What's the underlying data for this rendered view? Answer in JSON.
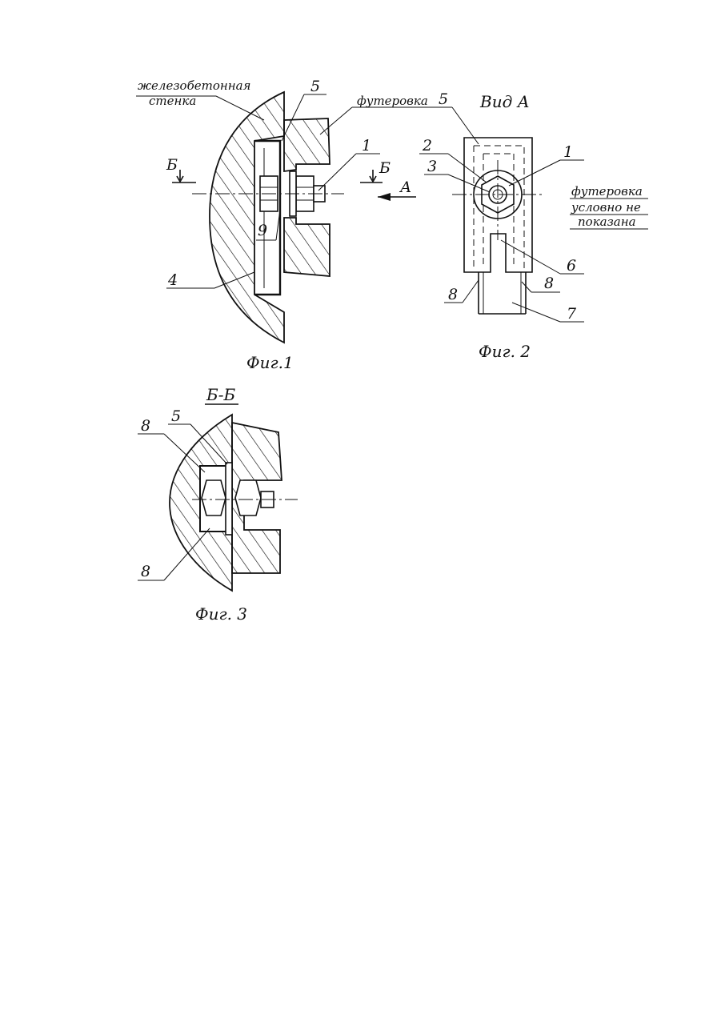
{
  "fig1": {
    "caption": "Фиг.1",
    "wall_label_line1": "железобетонная",
    "wall_label_line2": "стенка",
    "lining_label": "футеровка",
    "section_mark_left": "Б",
    "section_mark_right": "Б",
    "view_arrow": "А",
    "callouts": [
      "5",
      "1",
      "9",
      "4"
    ]
  },
  "fig2": {
    "title": "Вид А",
    "caption": "Фиг. 2",
    "note_line1": "футеровка",
    "note_line2": "условно не",
    "note_line3": "показана",
    "callouts": [
      "5",
      "2",
      "3",
      "1",
      "6",
      "8",
      "8",
      "7"
    ]
  },
  "fig3": {
    "title": "Б-Б",
    "caption": "Фиг. 3",
    "callouts": [
      "8",
      "5",
      "8"
    ]
  }
}
